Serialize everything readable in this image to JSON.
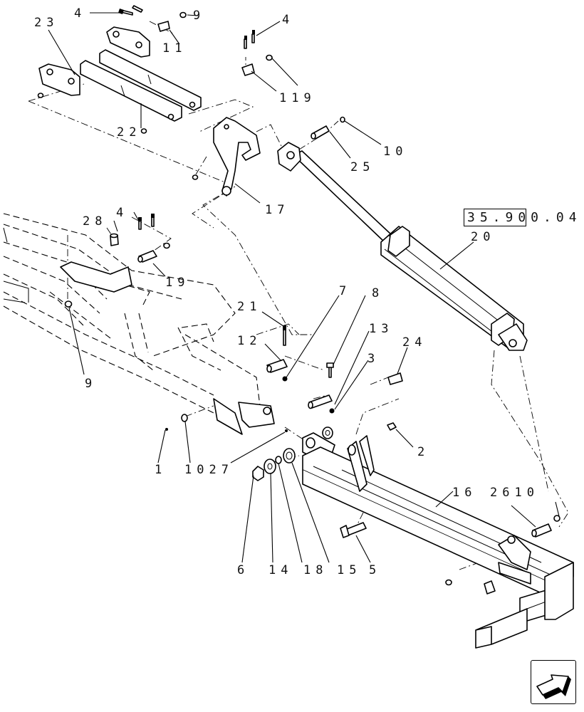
{
  "reference": "35.900.04",
  "callouts": {
    "c23": "23",
    "c4a": "4",
    "c9a": "9",
    "c11": "11",
    "c4b": "4",
    "c119": "119",
    "c22": "22",
    "c10a": "10",
    "c25": "25",
    "c17": "17",
    "c20": "20",
    "c28": "28",
    "c4c": "4",
    "c19": "19",
    "c9b": "9",
    "c21": "21",
    "c7": "7",
    "c8": "8",
    "c13": "13",
    "c12": "12",
    "c24": "24",
    "c3": "3",
    "c2": "2",
    "c1": "1",
    "c1027": "1027",
    "c16": "16",
    "c2610": "2610",
    "c6": "6",
    "c14": "14",
    "c18": "18",
    "c15": "15",
    "c5": "5"
  },
  "nav": {
    "icon": "next-page-arrow-icon"
  }
}
